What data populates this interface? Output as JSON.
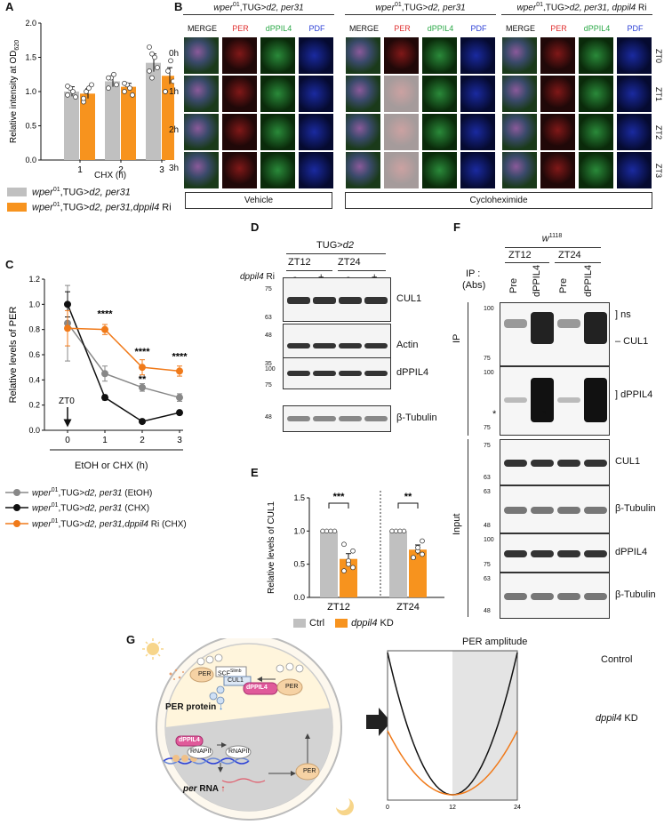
{
  "panels": {
    "A": "A",
    "B": "B",
    "C": "C",
    "D": "D",
    "E": "E",
    "F": "F",
    "G": "G"
  },
  "colors": {
    "gray": "#c0c0c0",
    "orange": "#f7931e",
    "black": "#111111",
    "grayLine": "#888888",
    "orangeLine": "#f07a1a",
    "per_red": "#e03030",
    "pdpil_green": "#2aa846",
    "pdf_blue": "#2a3ed6"
  },
  "panelA": {
    "ylabel": "Relative intensity at OD",
    "ylabel_sub": "620",
    "xlabel": "CHX (h)",
    "legend": [
      {
        "italic": "wper",
        "sup": "01",
        "rest": ",TUG>",
        "italic2": "d2, per31",
        "extra": ""
      },
      {
        "italic": "wper",
        "sup": "01",
        "rest": ",TUG>",
        "italic2": "d2, per31,dppil4",
        "extra": " Ri"
      }
    ]
  },
  "panelB": {
    "groups": [
      {
        "title_italic": "wper",
        "title_sup": "01",
        "title_rest": ",TUG>",
        "title_italic2": "d2, per31",
        "title_extra": ""
      },
      {
        "title_italic": "wper",
        "title_sup": "01",
        "title_rest": ",TUG>",
        "title_italic2": "d2, per31",
        "title_extra": ""
      },
      {
        "title_italic": "wper",
        "title_sup": "01",
        "title_rest": ",TUG>",
        "title_italic2": "d2, per31, dppil4",
        "title_extra": " Ri"
      }
    ],
    "channels": [
      "MERGE",
      "PER",
      "dPPIL4",
      "PDF"
    ],
    "rows_left": [
      "0h",
      "1h",
      "2h",
      "3h"
    ],
    "rows_right": [
      "ZT0",
      "ZT1",
      "ZT2",
      "ZT3"
    ],
    "vehicle": "Vehicle",
    "cycloheximide": "Cycloheximide"
  },
  "panelC": {
    "ylabel": "Relative levels of PER",
    "xlabel": "EtOH or CHX (h)",
    "zt0": "ZT0",
    "sig": [
      "****",
      "****",
      "**",
      "****"
    ],
    "legend": [
      {
        "italic": "wper",
        "sup": "01",
        "rest": ",TUG>",
        "italic2": "d2, per31",
        "extra": " (EtOH)"
      },
      {
        "italic": "wper",
        "sup": "01",
        "rest": ",TUG>",
        "italic2": "d2, per31",
        "extra": " (CHX)"
      },
      {
        "italic": "wper",
        "sup": "01",
        "rest": ",TUG>",
        "italic2": "d2, per31,dppil4",
        "extra": " Ri (CHX)"
      }
    ]
  },
  "panelD": {
    "genotype": "TUG>",
    "genotype_italic": "d2",
    "zt12": "ZT12",
    "zt24": "ZT24",
    "ri_label_italic": "dppil4",
    "ri_label_rest": " Ri",
    "signs": [
      "-",
      "+",
      "-",
      "+"
    ],
    "blots": [
      {
        "name": "CUL1",
        "mw": [
          "75",
          "63"
        ]
      },
      {
        "name": "Actin",
        "mw": [
          "48",
          "35"
        ]
      },
      {
        "name": "dPPIL4",
        "mw": [
          "100",
          "75"
        ]
      },
      {
        "name": "β-Tubulin",
        "mw": [
          "48",
          ""
        ]
      }
    ]
  },
  "panelE": {
    "ylabel": "Relative levels of CUL1",
    "groups": [
      "ZT12",
      "ZT24"
    ],
    "sig": [
      "***",
      "**"
    ],
    "legend": [
      {
        "label": "Ctrl",
        "italic": ""
      },
      {
        "label": " KD",
        "italic": "dppil4"
      }
    ]
  },
  "panelF": {
    "strain": "w",
    "strain_sup": "1118",
    "zt12": "ZT12",
    "zt24": "ZT24",
    "ip_label": "IP :",
    "abs_label": "(Abs)",
    "lanes": [
      "Pre",
      "dPPIL4",
      "Pre",
      "dPPIL4"
    ],
    "ip_section": "IP",
    "input_section": "Input",
    "ip_blots": [
      {
        "labels": [
          "ns",
          "CUL1"
        ],
        "mw": [
          "100",
          "75"
        ]
      },
      {
        "labels": [
          "dPPIL4"
        ],
        "mw": [
          "100",
          "75"
        ]
      }
    ],
    "input_blots": [
      {
        "name": "CUL1",
        "mw": [
          "75",
          "63"
        ]
      },
      {
        "name": "β-Tubulin",
        "mw": [
          "63",
          "48"
        ]
      },
      {
        "name": "dPPIL4",
        "mw": [
          "100",
          "75"
        ]
      },
      {
        "name": "β-Tubulin",
        "mw": [
          "63",
          "48"
        ]
      }
    ],
    "star": "*"
  },
  "panelG": {
    "per_protein": "PER protein",
    "per_rna_italic": "per",
    "per_rna_rest": " RNA",
    "per": "PER",
    "p": "P",
    "scf": "SCF",
    "scf_sup": "Slimb",
    "cul1": "CUL1",
    "dppil4": "dPPIL4",
    "rnapii": "RNAPII",
    "s2": "S2",
    "s5": "S5",
    "ub": "Ub",
    "amplitude_title": "PER amplitude",
    "control": "Control",
    "kd_italic": "dppil4",
    "kd_rest": " KD",
    "x_ticks": [
      "0",
      "12",
      "24"
    ]
  },
  "chart_data": [
    {
      "type": "bar",
      "panel": "A",
      "categories": [
        "1",
        "2",
        "3"
      ],
      "xlabel": "CHX (h)",
      "ylabel": "Relative intensity at OD620",
      "ylim": [
        0,
        2.0
      ],
      "yticks": [
        "0.0",
        "0.5",
        "1.0",
        "1.5",
        "2.0"
      ],
      "series": [
        {
          "name": "wper01,TUG>d2, per31",
          "values": [
            1.0,
            1.15,
            1.42
          ],
          "err": [
            0.07,
            0.08,
            0.13
          ],
          "points": [
            [
              0.95,
              1.05,
              1.0,
              0.92,
              1.08
            ],
            [
              1.05,
              1.2,
              1.25,
              1.1,
              1.2
            ],
            [
              1.3,
              1.55,
              1.5,
              1.35,
              1.65,
              1.2
            ]
          ]
        },
        {
          "name": "wper01,TUG>d2, per31,dppil4 Ri",
          "values": [
            0.97,
            1.07,
            1.23
          ],
          "err": [
            0.07,
            0.05,
            0.12
          ],
          "points": [
            [
              0.85,
              1.0,
              1.05,
              1.1,
              0.9
            ],
            [
              1.0,
              1.1,
              1.05,
              0.95,
              1.12
            ],
            [
              1.0,
              1.3,
              1.45,
              1.15,
              1.0
            ]
          ]
        }
      ]
    },
    {
      "type": "line",
      "panel": "C",
      "x": [
        0,
        1,
        2,
        3
      ],
      "xlabel": "EtOH or CHX (h)",
      "ylabel": "Relative levels of PER",
      "ylim": [
        0,
        1.2
      ],
      "yticks": [
        "0.0",
        "0.2",
        "0.4",
        "0.6",
        "0.8",
        "1.0",
        "1.2"
      ],
      "series": [
        {
          "name": "wper01,TUG>d2, per31 (EtOH)",
          "values": [
            0.85,
            0.45,
            0.34,
            0.26
          ],
          "err": [
            0.3,
            0.06,
            0.03,
            0.03
          ]
        },
        {
          "name": "wper01,TUG>d2, per31 (CHX)",
          "values": [
            1.0,
            0.26,
            0.07,
            0.14
          ],
          "err": [
            0.1,
            0.02,
            0.01,
            0.01
          ]
        },
        {
          "name": "wper01,TUG>d2, per31,dppil4 Ri (CHX)",
          "values": [
            0.81,
            0.8,
            0.5,
            0.47
          ],
          "err": [
            0.14,
            0.04,
            0.06,
            0.04
          ]
        }
      ]
    },
    {
      "type": "bar",
      "panel": "E",
      "categories": [
        "ZT12",
        "ZT24"
      ],
      "ylabel": "Relative levels of CUL1",
      "ylim": [
        0,
        1.5
      ],
      "yticks": [
        "0.0",
        "0.5",
        "1.0",
        "1.5"
      ],
      "series": [
        {
          "name": "Ctrl",
          "values": [
            1.0,
            1.0
          ],
          "err": [
            0.0,
            0.0
          ]
        },
        {
          "name": "dppil4 KD",
          "values": [
            0.58,
            0.72
          ],
          "err": [
            0.08,
            0.07
          ],
          "points": [
            [
              0.4,
              0.55,
              0.7,
              0.8,
              0.5,
              0.45
            ],
            [
              0.6,
              0.7,
              0.85,
              0.6,
              0.75,
              0.65
            ]
          ]
        }
      ]
    },
    {
      "type": "line",
      "panel": "G",
      "title": "PER amplitude",
      "x": [
        0,
        12,
        24
      ],
      "series": [
        {
          "name": "Control",
          "amplitude": 1.0
        },
        {
          "name": "dppil4 KD",
          "amplitude": 0.45
        }
      ]
    }
  ]
}
